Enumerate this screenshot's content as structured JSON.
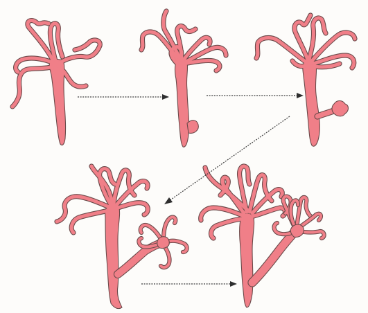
{
  "colors": {
    "body_fill": "#f07f88",
    "outline": "#6a4a4a",
    "arrow": "#3d3d3d",
    "background": "#fdfcfa"
  },
  "stages": [
    {
      "name": "stage-1",
      "description_icon": "hydra-icon"
    },
    {
      "name": "stage-2",
      "description_icon": "hydra-with-small-bud-icon"
    },
    {
      "name": "stage-3",
      "description_icon": "hydra-with-growing-bud-icon"
    },
    {
      "name": "stage-4",
      "description_icon": "hydra-with-tentacled-bud-icon"
    },
    {
      "name": "stage-5",
      "description_icon": "hydra-with-large-bud-icon"
    }
  ],
  "arrows": [
    {
      "from": "stage-1",
      "to": "stage-2"
    },
    {
      "from": "stage-2",
      "to": "stage-3"
    },
    {
      "from": "stage-3",
      "to": "stage-4"
    },
    {
      "from": "stage-4",
      "to": "stage-5"
    }
  ]
}
